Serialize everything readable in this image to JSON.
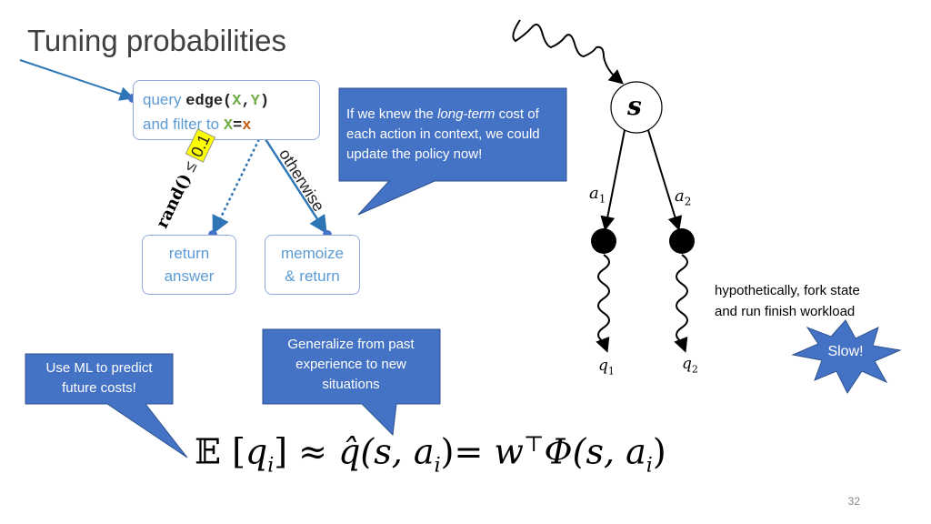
{
  "slide": {
    "title": "Tuning probabilities",
    "page_number": "32"
  },
  "query_box": {
    "line1_prefix": "query ",
    "line1_code": "edge(",
    "line1_x": "X",
    "line1_comma": ",",
    "line1_y": "Y",
    "line1_close": ")",
    "line2_prefix": "and filter to ",
    "line2_x": "X",
    "line2_eq": "=",
    "line2_xl": "x"
  },
  "branches": {
    "left_label_rand": "rand()",
    "left_label_le": "≤",
    "left_label_threshold": "0.1",
    "right_label": "otherwise"
  },
  "leaf_left": {
    "line1": "return",
    "line2": "answer"
  },
  "leaf_right": {
    "line1": "memoize",
    "line2": "& return"
  },
  "callouts": {
    "long_term": {
      "before": "If we knew the ",
      "italic": "long-term",
      "after": " cost of each action in context, we could update the policy now!"
    },
    "ml": "Use ML to predict future costs!",
    "generalize": "Generalize from past experience to new situations",
    "slow": "Slow!"
  },
  "tree": {
    "root": "s",
    "a1": "a",
    "a1_sub": "1",
    "a2": "a",
    "a2_sub": "2",
    "q1": "q",
    "q1_sub": "1",
    "q2": "q",
    "q2_sub": "2",
    "note_line1": "hypothetically, fork state",
    "note_line2": "and run finish workload"
  },
  "formula": {
    "E": "𝔼",
    "lb": "[",
    "q": "q",
    "i": "i",
    "rb": "]",
    "approx": " ≈ ",
    "qhat": "q̂",
    "args": "(s, a",
    "args_i": "i",
    "args_close": ")",
    "eq": "= ",
    "w": "w",
    "T": "⊤",
    "phi": "Φ(s, a",
    "phi_i": "i",
    "phi_close": ")"
  },
  "colors": {
    "accent": "#4472c4",
    "arrow_blue": "#2e75b6",
    "node_border": "#8faadc",
    "node_text": "#5b9bd5",
    "highlight": "#ffff00"
  }
}
